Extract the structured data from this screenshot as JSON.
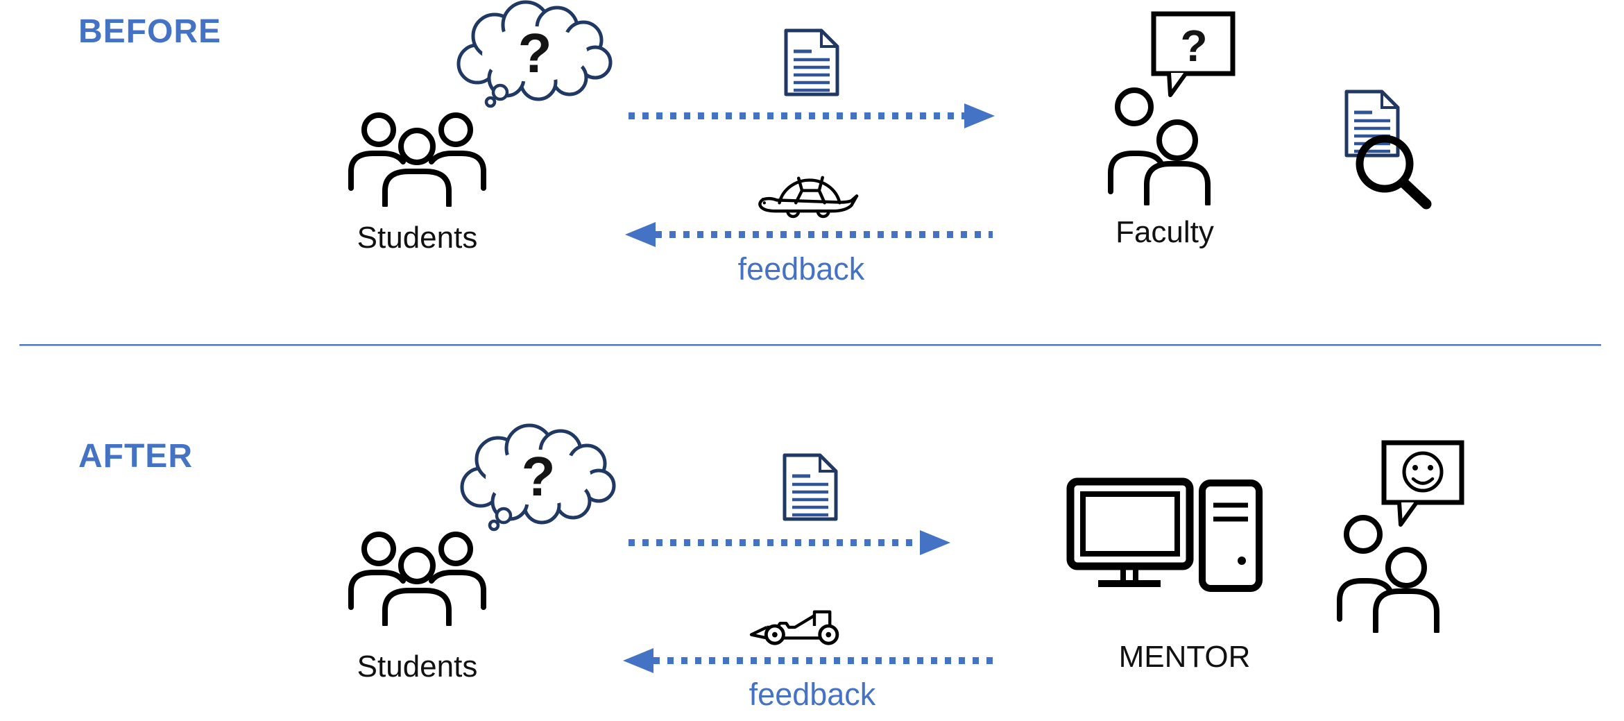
{
  "colors": {
    "accent_blue": "#4472C4",
    "navy_outline": "#1F3864",
    "document_lines": "#2F5597",
    "icon_ink": "#000000"
  },
  "before": {
    "section_label": "BEFORE",
    "students_label": "Students",
    "thought_glyph": "?",
    "faculty_label": "Faculty",
    "speech_glyph": "?",
    "feedback_label": "feedback"
  },
  "after": {
    "section_label": "AFTER",
    "students_label": "Students",
    "thought_glyph": "?",
    "mentor_label": "MENTOR",
    "feedback_label": "feedback"
  },
  "icons": {
    "thought_cloud": "thought-cloud-icon",
    "people_group": "people-group-icon",
    "document": "document-icon",
    "dotted_arrow_right": "dotted-arrow-right",
    "dotted_arrow_left": "dotted-arrow-left",
    "turtle": "turtle-icon",
    "speech_question": "speech-bubble-question-icon",
    "document_magnifier": "document-magnifier-icon",
    "race_car": "race-car-icon",
    "computer": "computer-icon",
    "speech_smiley": "speech-bubble-smiley-icon"
  }
}
